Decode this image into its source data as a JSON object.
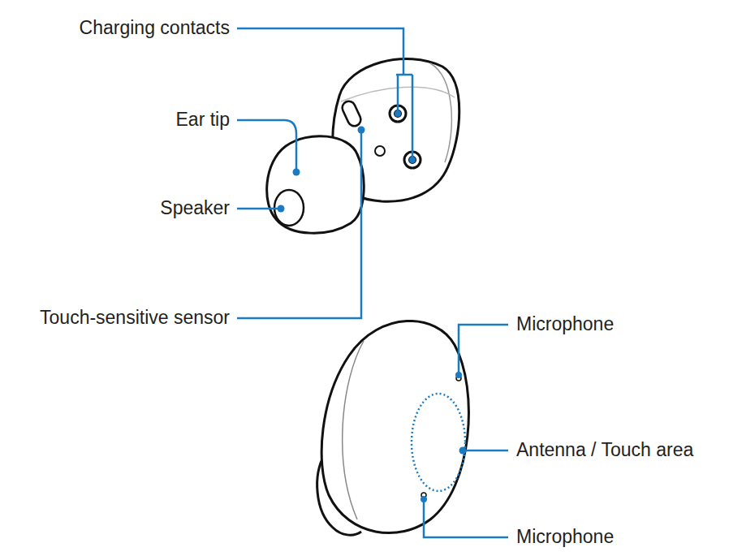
{
  "diagram": {
    "labels": [
      "Charging contacts",
      "Ear tip",
      "Speaker",
      "Touch-sensitive sensor",
      "Microphone",
      "Antenna / Touch area",
      "Microphone"
    ]
  }
}
